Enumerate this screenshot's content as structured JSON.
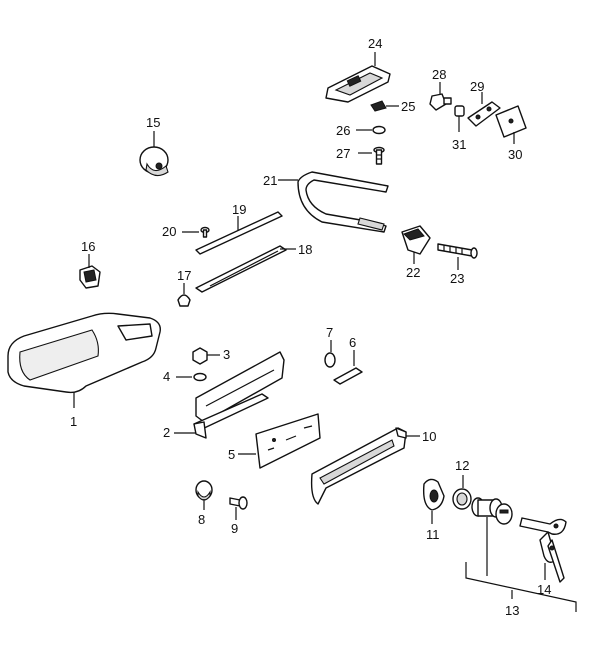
{
  "callouts": {
    "c1": "1",
    "c2": "2",
    "c3": "3",
    "c4": "4",
    "c5": "5",
    "c6": "6",
    "c7": "7",
    "c8": "8",
    "c9": "9",
    "c10": "10",
    "c11": "11",
    "c12": "12",
    "c13": "13",
    "c14": "14",
    "c15": "15",
    "c16": "16",
    "c17": "17",
    "c18": "18",
    "c19": "19",
    "c20": "20",
    "c21": "21",
    "c22": "22",
    "c23": "23",
    "c24": "24",
    "c25": "25",
    "c26": "26",
    "c27": "27",
    "c28": "28",
    "c29": "29",
    "c30": "30",
    "c31": "31"
  },
  "icons": {
    "glovebox": "glovebox-liner-icon",
    "latch": "latch-plate-icon",
    "strap": "check-strap-icon",
    "lock": "lock-cylinder-icon",
    "keys": "key-icon"
  }
}
